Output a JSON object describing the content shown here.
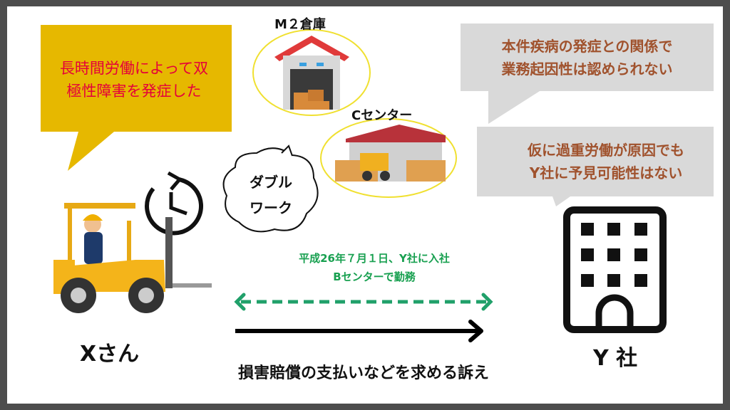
{
  "x_claim": {
    "lines": [
      "長時間労働によって双",
      "極性障害を発症した"
    ]
  },
  "warehouses": {
    "m2_label": "M２倉庫",
    "c_label": "Cセンター"
  },
  "double_work": {
    "lines": [
      "ダブル",
      "ワーク"
    ]
  },
  "y_rebuttal_1": {
    "lines": [
      "本件疾病の発症との関係で",
      "業務起因性は認められない"
    ]
  },
  "y_rebuttal_2": {
    "lines": [
      "仮に過重労働が原因でも",
      "Y社に予見可能性はない"
    ]
  },
  "employment": {
    "lines": [
      "平成26年７月１日、Y社に入社",
      "Bセンターで勤務"
    ]
  },
  "lawsuit_label": "損害賠償の支払いなどを求める訴え",
  "parties": {
    "plaintiff": "Xさん",
    "defendant": "Y 社"
  },
  "colors": {
    "yellow": "#e6b800",
    "gray_bubble": "#d9d9d9",
    "brown_text": "#a0522d",
    "green": "#20a06a",
    "red_text": "#e4003a"
  }
}
